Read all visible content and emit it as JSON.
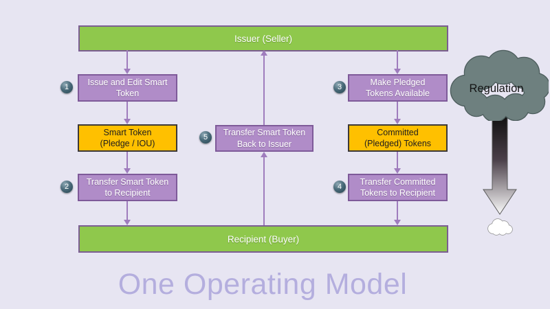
{
  "title": "One Operating Model",
  "parties": {
    "issuer": "Issuer (Seller)",
    "recipient": "Recipient (Buyer)"
  },
  "left_flow": {
    "step1_num": "1",
    "step1": "Issue and Edit Smart\nToken",
    "token": "Smart Token\n(Pledge / IOU)",
    "step2_num": "2",
    "step2": "Transfer Smart Token\nto Recipient"
  },
  "middle_flow": {
    "step5_num": "5",
    "step5": "Transfer Smart Token\nBack to Issuer"
  },
  "right_flow": {
    "step3_num": "3",
    "step3": "Make Pledged\nTokens Available",
    "token": "Committed\n(Pledged) Tokens",
    "step4_num": "4",
    "step4": "Transfer Committed\nTokens to Recipient"
  },
  "regulation": {
    "label": "Regulation"
  },
  "colors": {
    "background": "#e7e5f2",
    "party_green": "#8fc84c",
    "party_border_purple": "#7b5d92",
    "process_purple": "#b08cc8",
    "process_border_purple": "#7e5a99",
    "token_orange": "#ffc000",
    "token_border_dark": "#3c3838",
    "connector_purple": "#9f7cbd",
    "badge_slate": "#2c4d5c",
    "cloud_slate": "#6e807f",
    "title_lavender": "#b4aede"
  }
}
